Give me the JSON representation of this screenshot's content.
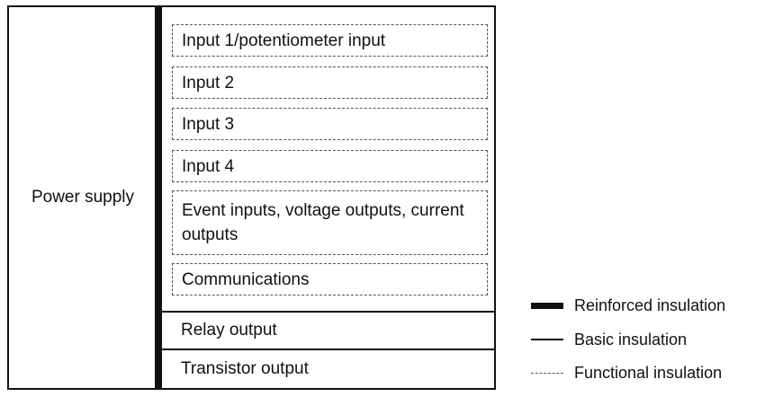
{
  "power_supply": "Power supply",
  "functional_boxes": [
    "Input 1/potentiometer input",
    "Input 2",
    "Input 3",
    "Input 4",
    "Event inputs, voltage outputs, current outputs",
    "Communications"
  ],
  "outputs": [
    "Relay output",
    "Transistor output"
  ],
  "legend": {
    "reinforced": "Reinforced insulation",
    "basic": "Basic insulation",
    "functional": "Functional insulation"
  }
}
